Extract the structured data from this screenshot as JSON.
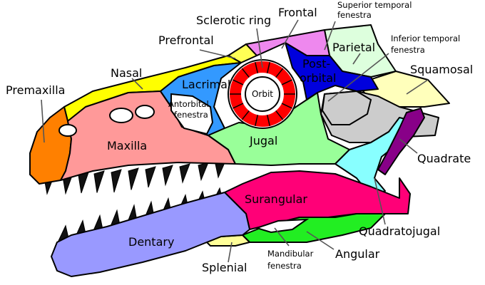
{
  "labels": {
    "sclerotic_ring": "Sclerotic ring",
    "frontal": "Frontal",
    "superior_temporal_fenestra": [
      "Superior temporal",
      "fenestra"
    ],
    "prefrontal": "Prefrontal",
    "parietal": "Parietal",
    "inferior_temporal_fenestra": [
      "Inferior temporal",
      "fenestra"
    ],
    "nasal": "Nasal",
    "postorbital": [
      "Post-",
      "orbital"
    ],
    "squamosal": "Squamosal",
    "premaxilla": "Premaxilla",
    "lacrimal": "Lacrimal",
    "orbit": "Orbit",
    "antorbital_fenestra": [
      "Antorbital",
      "fenestra"
    ],
    "maxilla": "Maxilla",
    "jugal": "Jugal",
    "quadrate": "Quadrate",
    "surangular": "Surangular",
    "dentary": "Dentary",
    "quadratojugal": "Quadratojugal",
    "angular": "Angular",
    "mandibular_fenestra": [
      "Mandibular",
      "fenestra"
    ],
    "splenial": "Splenial"
  },
  "colors": {
    "premaxilla": "#ff8000",
    "nasal": "#ffff00",
    "maxilla": "#ff9999",
    "lacrimal": "#3399ff",
    "prefrontal": "#ffff55",
    "frontal": "#ee88ee",
    "parietal": "#ddffdd",
    "postorbital": "#0000dd",
    "squamosal": "#ffffbb",
    "jugal": "#99ff99",
    "quadratojugal": "#88ffff",
    "quadrate": "#880088",
    "surangular": "#ff0077",
    "angular": "#22ee22",
    "dentary": "#9999ff",
    "splenial": "#ffff99",
    "sclerotic_ring": "#ff0000",
    "braincase": "#cccccc",
    "teeth": "#111111"
  }
}
